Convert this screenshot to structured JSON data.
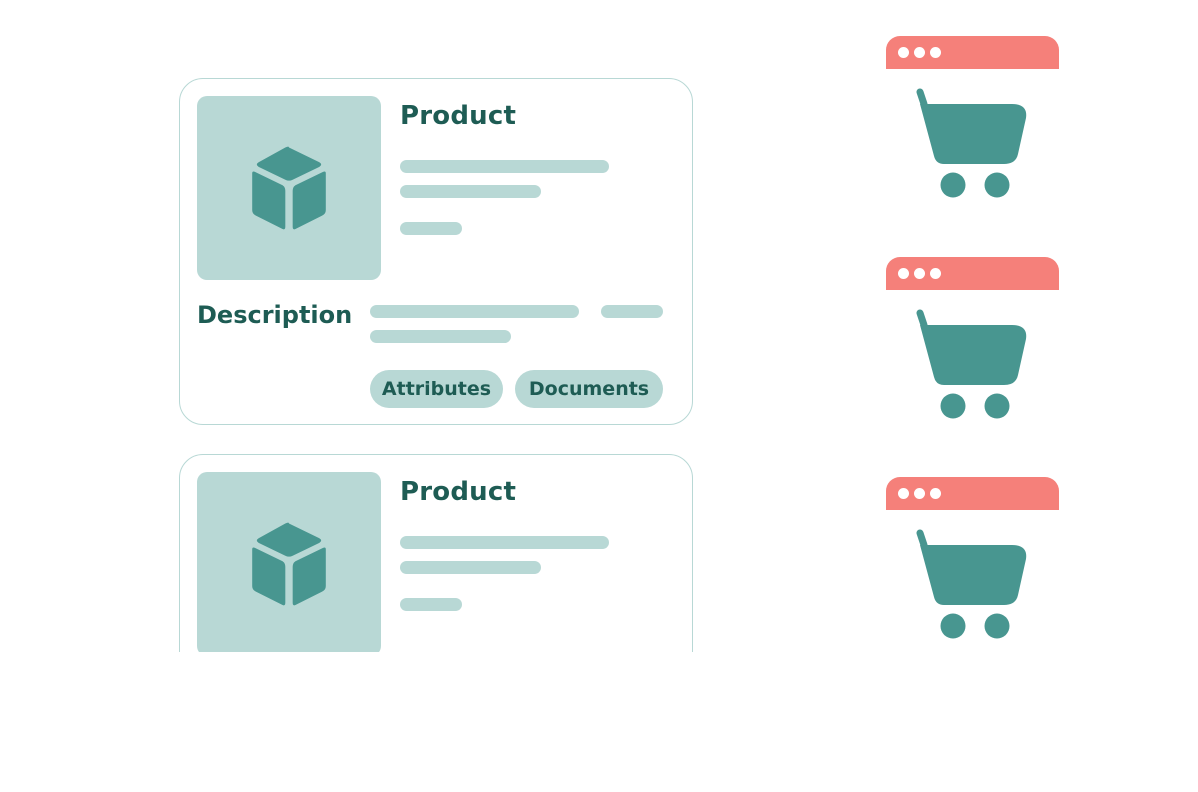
{
  "product_cards": [
    {
      "title": "Product",
      "description_label": "Description",
      "tags": [
        "Attributes",
        "Documents"
      ]
    },
    {
      "title": "Product"
    }
  ],
  "icons": {
    "product": "cube-icon",
    "shop": "shopping-cart-icon",
    "window_dots": "window-dots-icon"
  },
  "colors": {
    "primary": "#489690",
    "primary_dark": "#1e5c54",
    "light": "#b8d8d5",
    "accent": "#f5807a"
  }
}
